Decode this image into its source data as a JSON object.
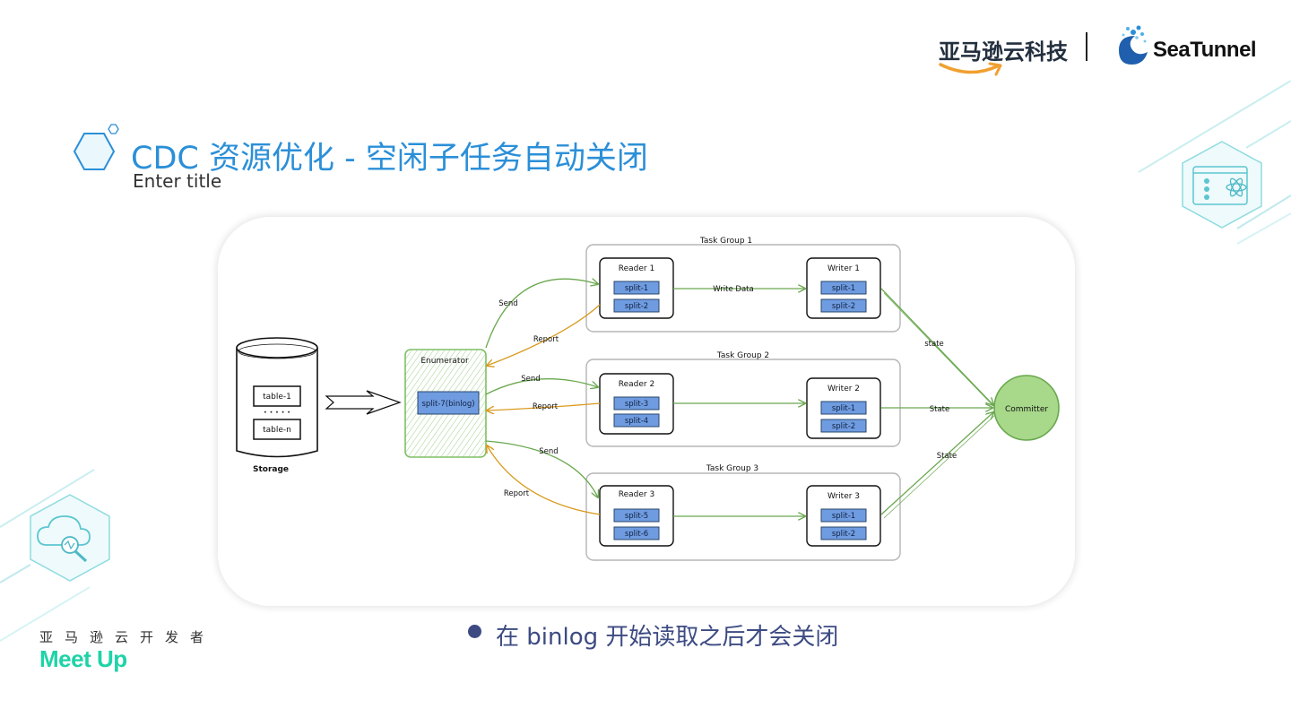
{
  "header": {
    "title": "CDC 资源优化 - 空闲子任务自动关闭",
    "subtitle": "Enter title"
  },
  "brand": {
    "amazon": "亚马逊云科技",
    "seatunnel": "SeaTunnel",
    "developer": "亚马逊云开发者",
    "meetup": "Meet Up",
    "colors": {
      "title": "#2b8fd8",
      "meetup": "#1fd3a7",
      "bullet": "#3d4b82",
      "teal": "#7fd8df"
    }
  },
  "diagram": {
    "storage": {
      "label": "Storage",
      "tables": [
        "table-1",
        "table-n"
      ],
      "dots": "· · · · ·"
    },
    "enumerator": {
      "label": "Enumerator",
      "split": "split-7(binlog)"
    },
    "committer": "Committer",
    "task_groups": [
      {
        "label": "Task Group 1",
        "reader": "Reader 1",
        "reader_splits": [
          "split-1",
          "split-2"
        ],
        "writer": "Writer 1",
        "writer_splits": [
          "split-1",
          "split-2"
        ],
        "data_label": "Write Data",
        "send": "Send",
        "report": "Report",
        "state": "state"
      },
      {
        "label": "Task Group 2",
        "reader": "Reader 2",
        "reader_splits": [
          "split-3",
          "split-4"
        ],
        "writer": "Writer 2",
        "writer_splits": [
          "split-1",
          "split-2"
        ],
        "data_label": "",
        "send": "Send",
        "report": "Report",
        "state": "State"
      },
      {
        "label": "Task Group 3",
        "reader": "Reader 3",
        "reader_splits": [
          "split-5",
          "split-6"
        ],
        "writer": "Writer 3",
        "writer_splits": [
          "split-1",
          "split-2"
        ],
        "data_label": "",
        "send": "Send",
        "report": "Report",
        "state": "State"
      }
    ]
  },
  "bullet": {
    "text": "在  binlog  开始读取之后才会关闭"
  }
}
